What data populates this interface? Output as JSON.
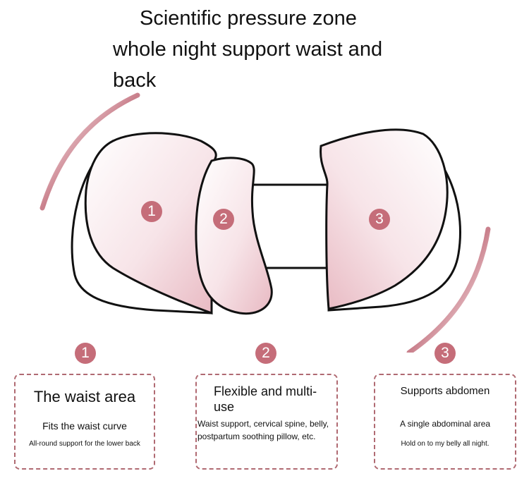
{
  "title": {
    "line1": "Scientific pressure zone",
    "line2": "whole night support waist and",
    "line3": "back"
  },
  "zones": [
    {
      "number": "1"
    },
    {
      "number": "2"
    },
    {
      "number": "3"
    }
  ],
  "cards": [
    {
      "number": "1",
      "heading": "The waist area",
      "subheading": "Fits the waist curve",
      "detail": "All-round support for the lower back"
    },
    {
      "number": "2",
      "heading": "Flexible and multi-use",
      "detail": "Waist support, cervical spine, belly, postpartum soothing pillow, etc."
    },
    {
      "number": "3",
      "heading": "Supports abdomen",
      "subheading": "A single abdominal area",
      "detail": "Hold on to my belly all night."
    }
  ],
  "colors": {
    "accent": "#c56d79",
    "pillow_fill": "#f3dbe0",
    "outline": "#111111"
  }
}
